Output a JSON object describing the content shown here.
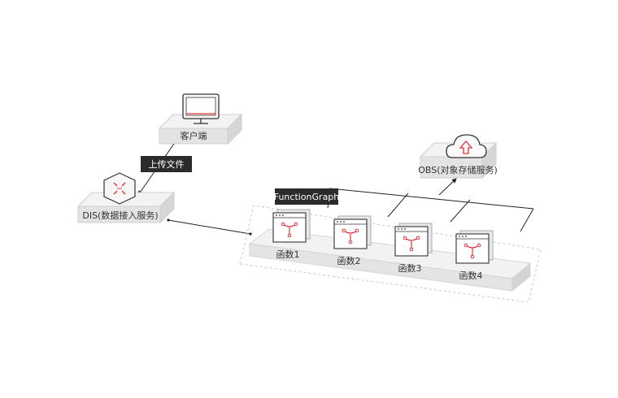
{
  "nodes": {
    "client": {
      "label": "客户端"
    },
    "dis": {
      "label": "DIS(数据接入服务)"
    },
    "obs": {
      "label": "OBS(对象存储服务)"
    }
  },
  "tags": {
    "upload": "上传文件",
    "functiongraph": "FunctionGraph"
  },
  "functions": [
    {
      "label": "函数1"
    },
    {
      "label": "函数2"
    },
    {
      "label": "函数3"
    },
    {
      "label": "函数4"
    }
  ],
  "colors": {
    "accent": "#e0313b",
    "tag_bg": "#2b2b2b",
    "platform_top": "#f2f2f2",
    "platform_side": "#dedede",
    "line": "#222222"
  },
  "icons": {
    "client": "monitor-icon",
    "dis": "dis-hexagon-icon",
    "obs": "cloud-upload-icon",
    "function": "function-window-icon"
  }
}
